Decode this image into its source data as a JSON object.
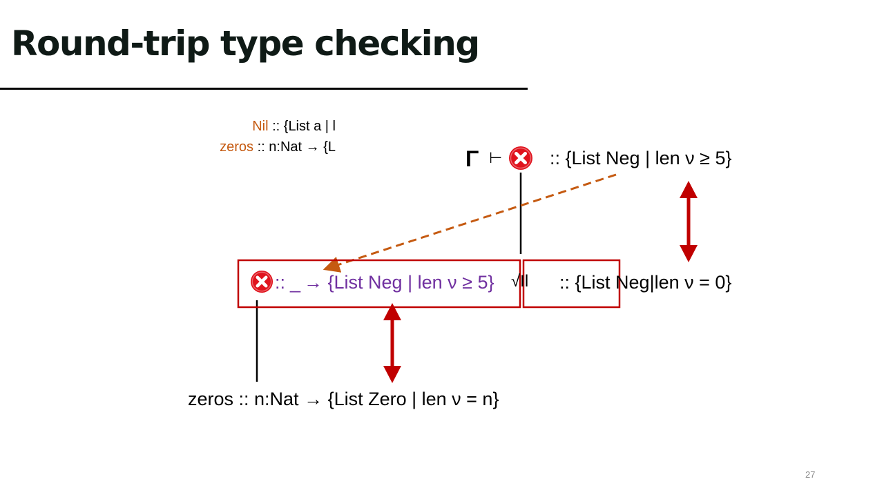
{
  "slide": {
    "title": "Round-trip type checking",
    "number": "27"
  },
  "context": {
    "nil_name": "Nil",
    "nil_type": " :: {List a | l",
    "zeros_name": "zeros",
    "zeros_type": " :: n:Nat → {L"
  },
  "goal": {
    "gamma": "Γ",
    "turnstile": "⊢",
    "icon": "error-x-icon",
    "type": "::  {List Neg | len ν ≥ 5}"
  },
  "application": {
    "icon": "error-x-icon",
    "sep": "::",
    "hole": "_",
    "arrow_type": " → {List Neg | len ν ≥ 5}",
    "arg_partial": "√Il",
    "arg_type": "::  {List Neg|len ν = 0}"
  },
  "zeros_sig": "zeros :: n:Nat → {List Zero | len ν = n}",
  "colors": {
    "accent_orange": "#c55a11",
    "purple": "#7030a0",
    "dark_red": "#c00000",
    "error_red": "#e0141e"
  }
}
